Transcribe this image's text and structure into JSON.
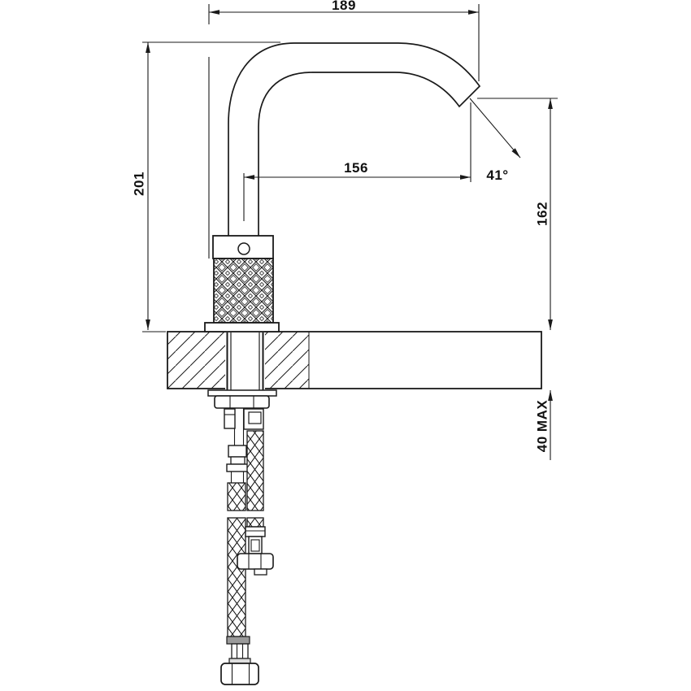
{
  "drawing": {
    "subject": "faucet-side-elevation-dimension-drawing",
    "colors": {
      "line": "#1a1a1a",
      "background": "#ffffff"
    },
    "dimensions": {
      "overall_depth": "189",
      "total_height": "201",
      "spout_reach": "156",
      "spout_angle": "41°",
      "spout_height": "162",
      "max_deck_thickness": "40 MAX"
    }
  }
}
